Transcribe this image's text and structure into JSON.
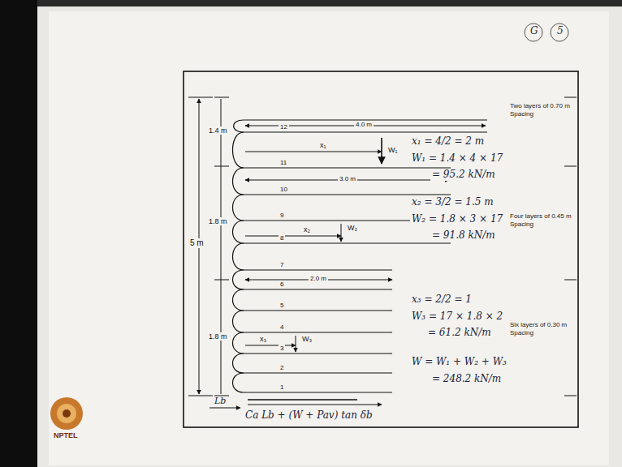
{
  "diagram": {
    "labels": [
      "5 m",
      "1.4 m",
      "1.8 m",
      "1.8 m",
      "4.0 m",
      "3.0 m",
      "2.0 m",
      "12",
      "11",
      "10",
      "9",
      "8",
      "7",
      "6",
      "5",
      "4",
      "3",
      "2",
      "1",
      "x₁",
      "W₁",
      "x₂",
      "W₂",
      "x₃",
      "W₃",
      "Two layers of 0.70 m Spacing",
      "Four layers of 0.45 m Spacing",
      "Six layers of 0.30 m Spacing",
      "x₁ = 4/2 = 2 m",
      "W₁ = 1.4 × 4 × 17",
      "= 95.2 kN/m",
      "x₂ = 3/2 = 1.5 m",
      "W₂ = 1.8 × 3 × 17",
      "= 91.8 kN/m",
      "x₃ = 2/2 = 1",
      "W₃ = 17 × 1.8 × 2",
      "= 61.2 kN/m",
      "W = W₁ + W₂ + W₃",
      "= 248.2 kN/m",
      "Lb",
      "Ca Lb + (W + Pav) tan δb",
      "G",
      "5",
      "NPTEL"
    ]
  }
}
